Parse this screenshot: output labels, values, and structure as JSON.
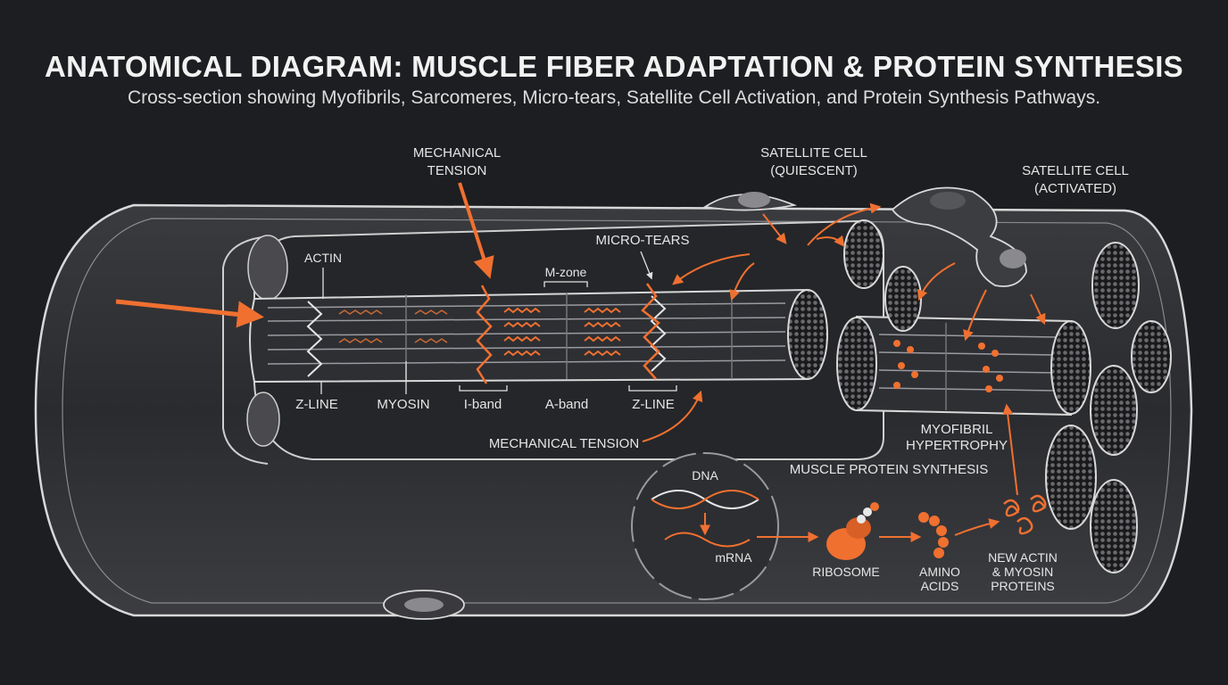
{
  "header": {
    "title": "ANATOMICAL DIAGRAM: MUSCLE FIBER ADAPTATION & PROTEIN SYNTHESIS",
    "subtitle": "Cross-section showing Myofibrils, Sarcomeres, Micro-tears, Satellite Cell Activation, and Protein Synthesis Pathways."
  },
  "labels": {
    "mechanical_tension_top_1": "MECHANICAL",
    "mechanical_tension_top_2": "TENSION",
    "satellite_quiescent_1": "SATELLITE CELL",
    "satellite_quiescent_2": "(QUIESCENT)",
    "satellite_activated_1": "SATELLITE CELL",
    "satellite_activated_2": "(ACTIVATED)",
    "micro_tears": "MICRO-TEARS",
    "actin": "ACTIN",
    "m_zone": "M-zone",
    "z_line_left": "Z-LINE",
    "myosin": "MYOSIN",
    "i_band": "I-band",
    "a_band": "A-band",
    "z_line_right": "Z-LINE",
    "mechanical_tension_bottom": "MECHANICAL TENSION",
    "myofibril_hypertrophy_1": "MYOFIBRIL",
    "myofibril_hypertrophy_2": "HYPERTROPHY",
    "muscle_protein_synthesis": "MUSCLE PROTEIN SYNTHESIS",
    "dna": "DNA",
    "mrna": "mRNA",
    "ribosome": "RIBOSOME",
    "amino_acids_1": "AMINO",
    "amino_acids_2": "ACIDS",
    "new_proteins_1": "NEW ACTIN",
    "new_proteins_2": "& MYOSIN",
    "new_proteins_3": "PROTEINS"
  },
  "colors": {
    "background": "#1d1e21",
    "accent": "#f07030",
    "outline": "#d8d8d8",
    "fiber_fill": "#2a2b2e"
  }
}
